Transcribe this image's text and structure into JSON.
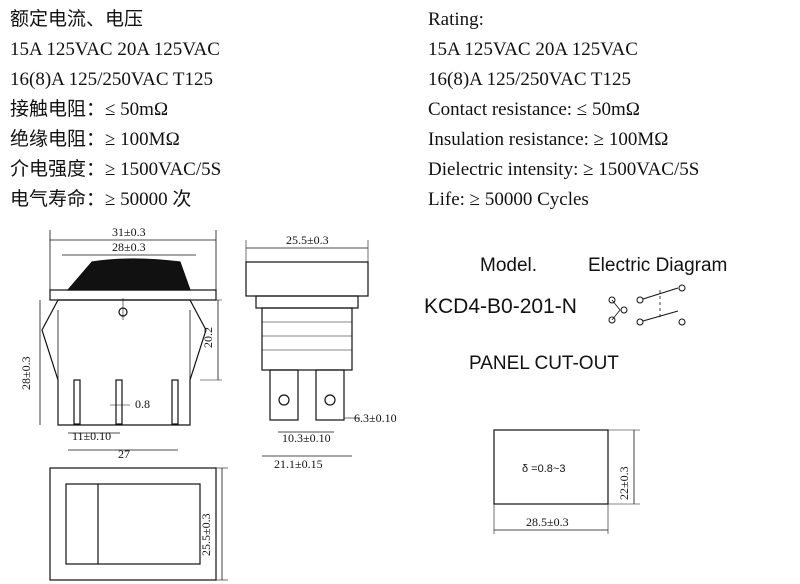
{
  "specs_cn": [
    "额定电流、电压",
    "15A 125VAC  20A 125VAC",
    "16(8)A 125/250VAC T125",
    "接触电阻：≤ 50mΩ",
    "绝缘电阻：≥ 100MΩ",
    "介电强度：≥ 1500VAC/5S",
    "电气寿命：≥ 50000 次"
  ],
  "specs_en": [
    "Rating:",
    "15A 125VAC  20A 125VAC",
    "16(8)A 125/250VAC T125",
    "Contact resistance: ≤ 50mΩ",
    "Insulation resistance: ≥ 100MΩ",
    "Dielectric intensity: ≥ 1500VAC/5S",
    "Life: ≥ 50000 Cycles"
  ],
  "front_view": {
    "dim_top_outer": "31±0.3",
    "dim_top_inner": "28±0.3",
    "dim_height": "28±0.3",
    "dim_side": "20.2",
    "dim_pin_gap": "0.8",
    "dim_pin_spacing": "11±0.10",
    "dim_base": "27"
  },
  "side_view": {
    "dim_top": "25.5±0.3",
    "dim_terminal": "6.3±0.10",
    "dim_inner": "10.3±0.10",
    "dim_base": "21.1±0.15"
  },
  "bottom_view": {
    "dim_height": "25.5±0.3"
  },
  "model_label": "Model.",
  "model_value": "KCD4-B0-201-N",
  "electric_diagram_label": "Electric Diagram",
  "panel_cutout_label": "PANEL CUT-OUT",
  "panel_cutout": {
    "thickness_note": "δ =0.8~3",
    "dim_height": "22±0.3",
    "dim_width": "28.5±0.3"
  }
}
